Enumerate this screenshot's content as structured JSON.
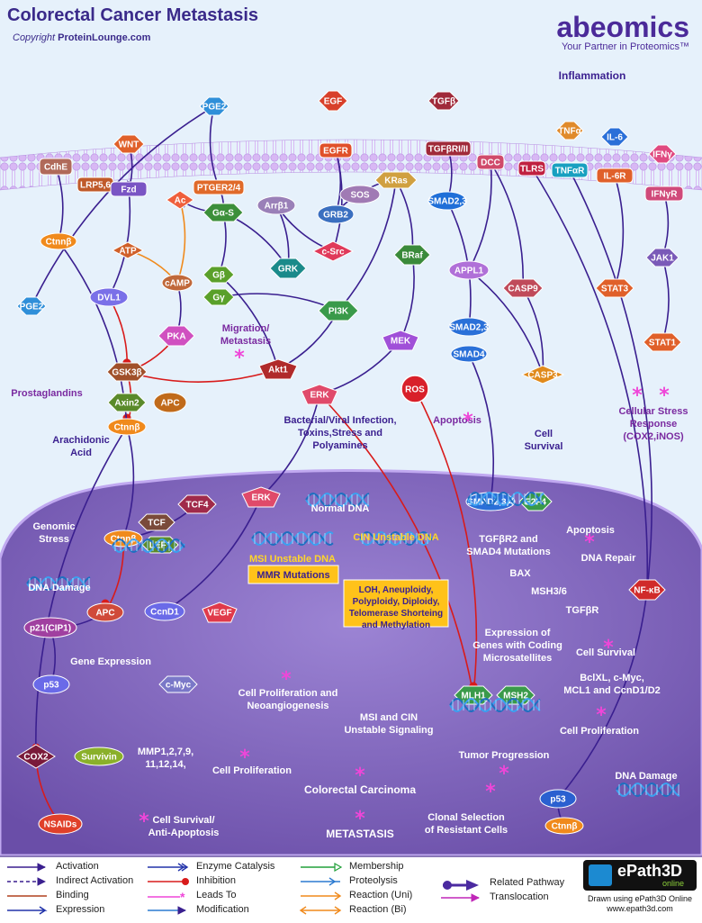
{
  "header": {
    "title": "Colorectal Cancer Metastasis",
    "copyright_prefix": "Copyright ",
    "copyright_site": "ProteinLounge.com",
    "brand": "abeomics",
    "tagline": "Your Partner in Proteomics™"
  },
  "colors": {
    "activation": "#3a1f8f",
    "inhibition": "#d81b1b",
    "leads_to": "#ef46d8",
    "membrane": "#c8a8ec",
    "cell_bg": "#7d62b8"
  },
  "nodes": {
    "pge2_top": "PGE2",
    "wnt": "WNT",
    "cdhe": "CdhE",
    "lrp": "LRP5,6",
    "fzd": "Fzd",
    "ptger": "PTGER2/4",
    "ac": "Ac",
    "gas": "Gα-S",
    "egf": "EGF",
    "egfr": "EGFR",
    "grb2": "GRB2",
    "sos": "SOS",
    "kras": "KRas",
    "arrb1": "Arrβ1",
    "csrc": "c-Src",
    "tgfb": "TGFβ",
    "tgfbr": "TGFβRI/II",
    "smad23_top": "SMAD2,3",
    "dcc": "DCC",
    "tlrs": "TLRS",
    "tnfa": "TNFα",
    "tnfr": "TNFαR",
    "il6": "IL-6",
    "il6r": "IL-6R",
    "ifng": "IFNγ",
    "ifngr": "IFNγR",
    "ctnnb_m": "Ctnnβ",
    "pge2_left": "PGE2",
    "atp": "ATP",
    "camp": "cAMP",
    "dvl1": "DVL1",
    "gb": "Gβ",
    "gy": "Gγ",
    "grk": "GRK",
    "braf": "BRaf",
    "appl1": "APPL1",
    "casp9": "CASP9",
    "stat3": "STAT3",
    "jak1": "JAK1",
    "pka": "PKA",
    "pi3k": "PI3K",
    "mek": "MEK",
    "smad23_mid": "SMAD2,3",
    "smad4": "SMAD4",
    "stat1": "STAT1",
    "gsk3b": "GSK3β",
    "akt1": "Akt1",
    "casp3": "CASP3",
    "axin2": "Axin2",
    "apc_top": "APC",
    "ctnnb_c": "Ctnnβ",
    "erk_c": "ERK",
    "ros": "ROS",
    "tcf4": "TCF4",
    "erk_n": "ERK",
    "smad234": "SMAD2,3,4",
    "e2f4": "E2F4",
    "tcf": "TCF",
    "lef1": "LEF1",
    "ctnnb_n": "Ctnnβ",
    "apc_n": "APC",
    "p21": "p21(CIP1)",
    "ccnd1": "CcnD1",
    "vegf": "VEGF",
    "nfkb": "NF-κB",
    "p53_l": "p53",
    "cmyc": "c-Myc",
    "mlh1": "MLH1",
    "msh2": "MSH2",
    "cox2": "COX2",
    "survivin": "Survivin",
    "nsaids": "NSAIDs",
    "p53_r": "p53",
    "ctnnb_r": "Ctnnβ"
  },
  "labels": {
    "inflammation": "Inflammation",
    "migration": "Migration/\nMetastasis",
    "prostaglandins": "Prostaglandins",
    "arachidonic": "Arachidonic\nAcid",
    "genomic": "Genomic\nStress",
    "dna_damage_l": "DNA Damage",
    "bacterial": "Bacterial/Viral Infection,\nToxins,Stress and\nPolyamines",
    "normal_dna": "Normal DNA",
    "msi_dna": "MSI Unstable DNA",
    "cin_dna": "CIN Unstable DNA",
    "mmr_box": "MMR Mutations",
    "cin_box": "LOH, Aneuploidy,\nPolyploidy, Diploidy,\nTelomerase Shorteing\nand Methylation",
    "apoptosis_mid": "Apoptosis",
    "cell_survival_top": "Cell\nSurvival",
    "cellular_stress": "Cellular Stress\nResponse\n(COX2,iNOS)",
    "tgfbr2": "TGFβR2 and\nSMAD4 Mutations",
    "apoptosis_r": "Apoptosis",
    "dna_repair": "DNA Repair",
    "bax": "BAX",
    "msh36": "MSH3/6",
    "tgfbr_n": "TGFβR",
    "expression": "Expression of\nGenes with Coding\nMicrosatellites",
    "cell_survival_r": "Cell Survival",
    "bclxl": "BclXL, c-Myc,\nMCL1 and CcnD1/D2",
    "cell_prolif_r": "Cell Proliferation",
    "gene_expr": "Gene Expression",
    "prolif_neo": "Cell Proliferation and\nNeoangiogenesis",
    "mmp": "MMP1,2,7,9,\n11,12,14,",
    "cell_prolif_l": "Cell Proliferation",
    "msi_cin": "MSI and CIN\nUnstable Signaling",
    "tumor_prog": "Tumor Progression",
    "dna_damage_r": "DNA Damage",
    "colorectal": "Colorectal Carcinoma",
    "metastasis": "METASTASIS",
    "clonal": "Clonal Selection\nof Resistant Cells",
    "cell_survival_anti": "Cell Survival/\nAnti-Apoptosis"
  },
  "legend": {
    "activation": "Activation",
    "indirect": "Indirect Activation",
    "binding": "Binding",
    "expression": "Expression",
    "enzyme": "Enzyme Catalysis",
    "inhibition": "Inhibition",
    "leads": "Leads To",
    "modification": "Modification",
    "membership": "Membership",
    "proteolysis": "Proteolysis",
    "reaction_uni": "Reaction (Uni)",
    "reaction_bi": "Reaction (Bi)",
    "related": "Related Pathway",
    "translocation": "Translocation"
  },
  "footer": {
    "epath_name": "ePath3D",
    "epath_sub": "online",
    "drawn_1": "Drawn using ePath3D Online",
    "drawn_2": "www.epath3d.com"
  }
}
